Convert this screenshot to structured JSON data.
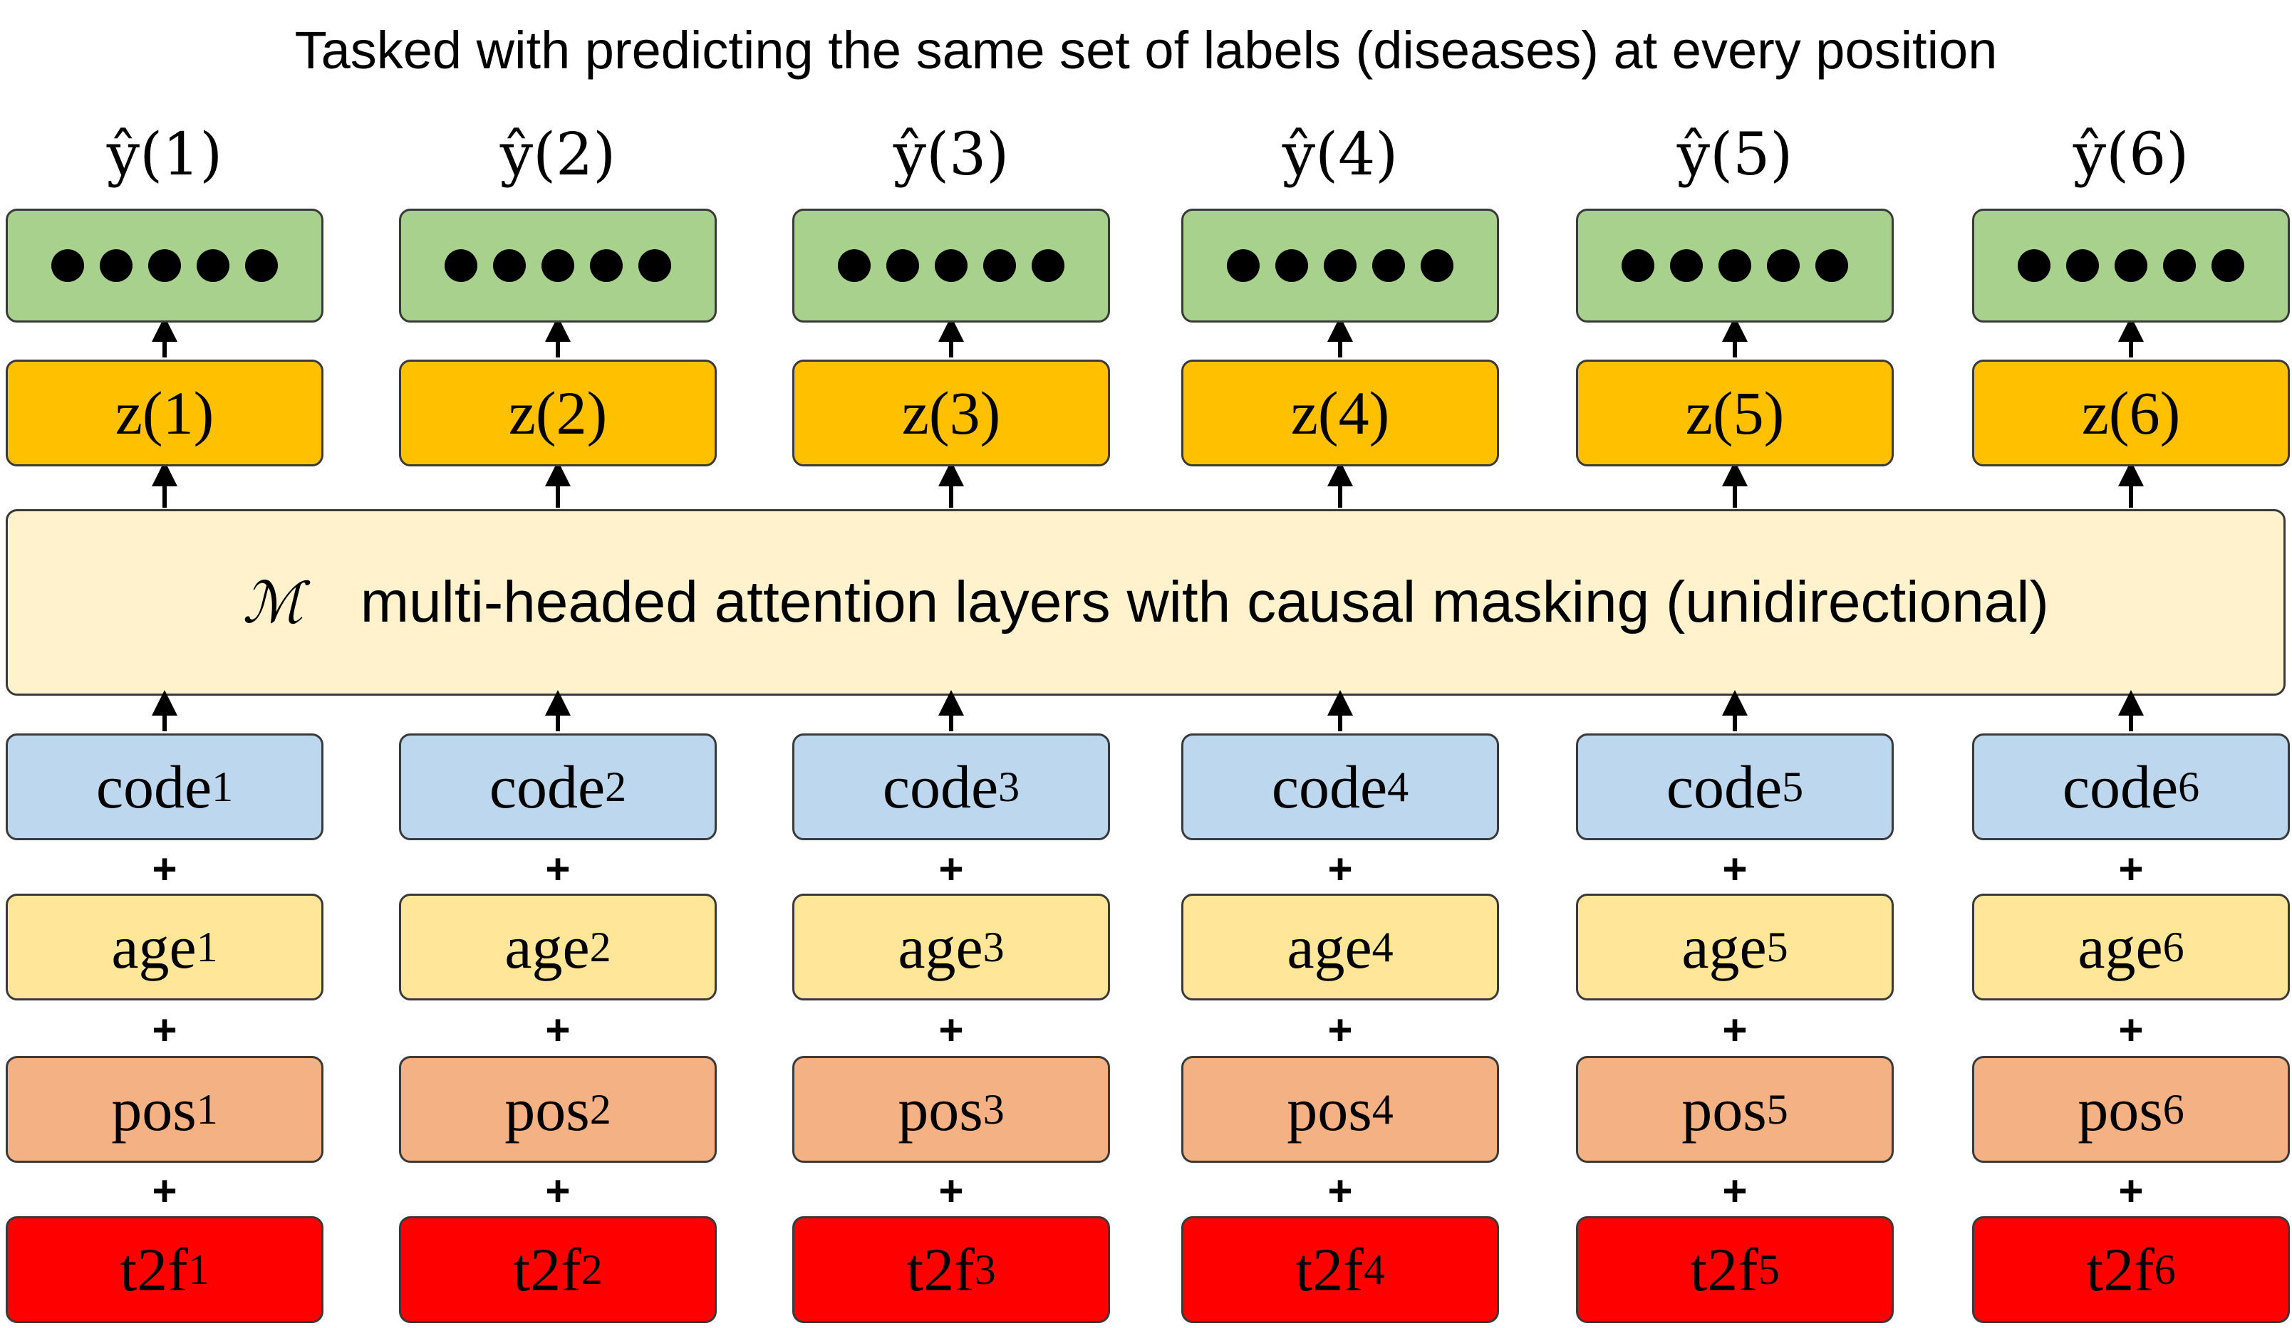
{
  "title": "Tasked with predicting the same set of labels (diseases) at every position",
  "attention": {
    "symbol": "ℳ",
    "label": "multi-headed attention layers with causal masking (unidirectional)"
  },
  "plus_sign": "+",
  "columns": [
    {
      "yhat": "ŷ(1)",
      "z": "z(1)",
      "code": "code",
      "age": "age",
      "pos": "pos",
      "t2f": "t2f",
      "sub": "1"
    },
    {
      "yhat": "ŷ(2)",
      "z": "z(2)",
      "code": "code",
      "age": "age",
      "pos": "pos",
      "t2f": "t2f",
      "sub": "2"
    },
    {
      "yhat": "ŷ(3)",
      "z": "z(3)",
      "code": "code",
      "age": "age",
      "pos": "pos",
      "t2f": "t2f",
      "sub": "3"
    },
    {
      "yhat": "ŷ(4)",
      "z": "z(4)",
      "code": "code",
      "age": "age",
      "pos": "pos",
      "t2f": "t2f",
      "sub": "4"
    },
    {
      "yhat": "ŷ(5)",
      "z": "z(5)",
      "code": "code",
      "age": "age",
      "pos": "pos",
      "t2f": "t2f",
      "sub": "5"
    },
    {
      "yhat": "ŷ(6)",
      "z": "z(6)",
      "code": "code",
      "age": "age",
      "pos": "pos",
      "t2f": "t2f",
      "sub": "6"
    }
  ],
  "output_dots_per_box": 5,
  "colors": {
    "output": "#a9d18e",
    "z": "#ffc000",
    "attention": "#fff2cc",
    "code": "#bdd7ee",
    "age": "#ffe699",
    "pos": "#f4b183",
    "t2f": "#ff0000"
  }
}
